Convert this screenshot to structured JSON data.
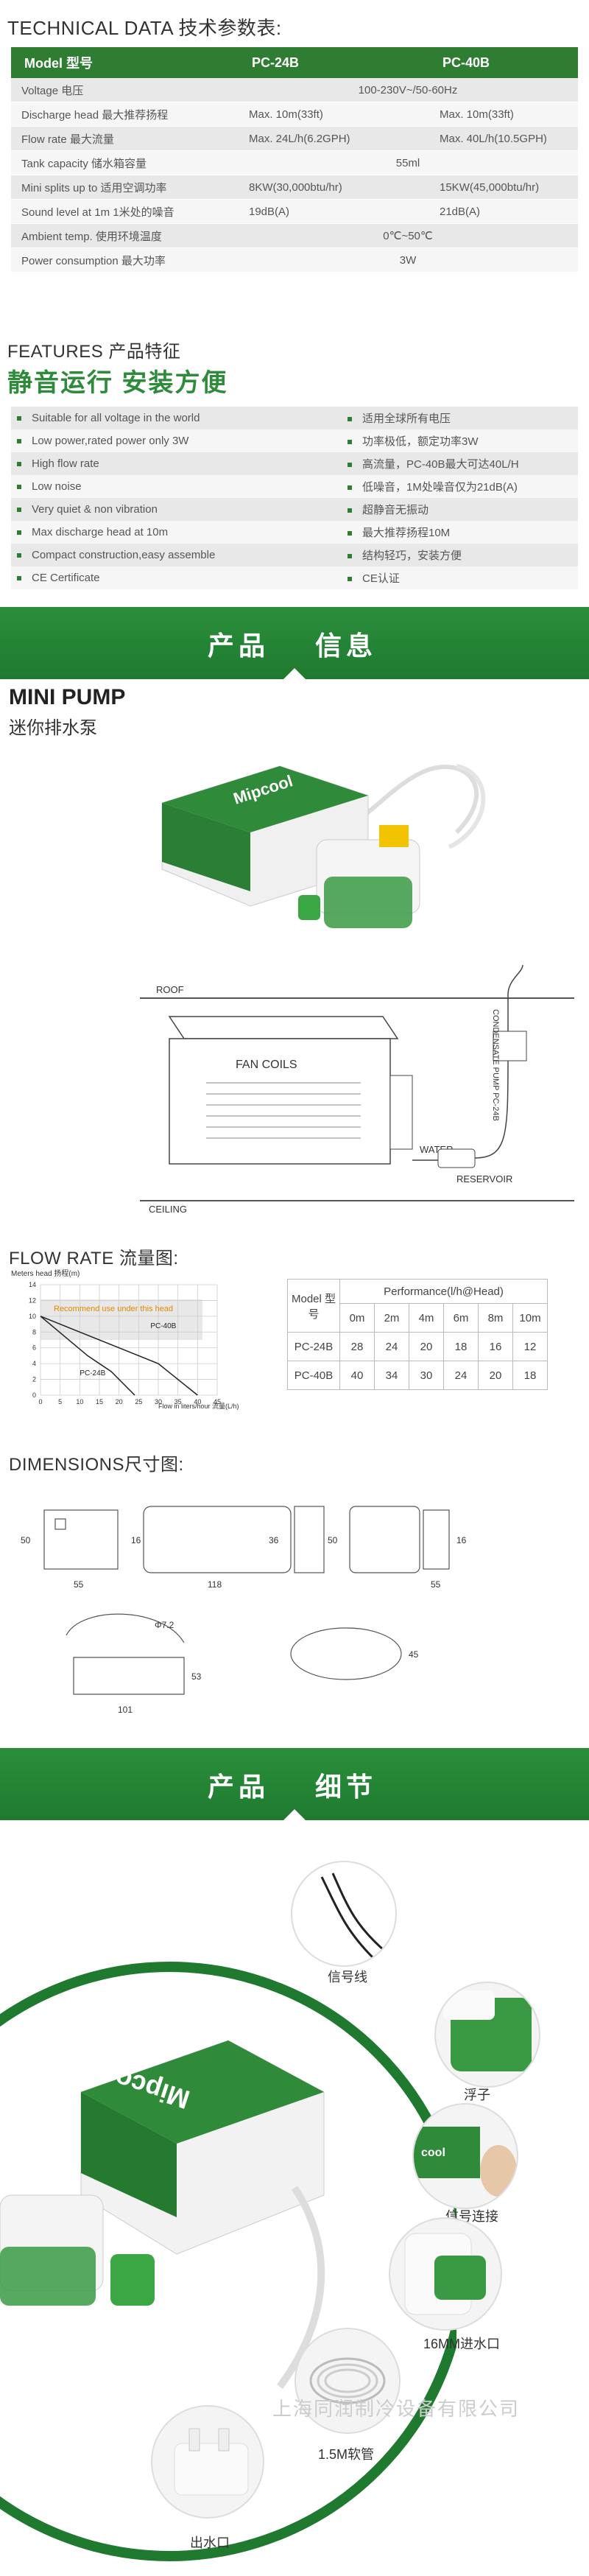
{
  "tech": {
    "title": "TECHNICAL DATA 技术参数表:",
    "headers": [
      "Model 型号",
      "PC-24B",
      "PC-40B"
    ],
    "rows": [
      {
        "label": "Voltage 电压",
        "merged": "100-230V~/50-60Hz"
      },
      {
        "label": "Discharge head 最大推荐扬程",
        "a": "Max. 10m(33ft)",
        "b": "Max. 10m(33ft)"
      },
      {
        "label": "Flow rate 最大流量",
        "a": "Max. 24L/h(6.2GPH)",
        "b": "Max. 40L/h(10.5GPH)"
      },
      {
        "label": "Tank capacity 储水箱容量",
        "merged": "55ml"
      },
      {
        "label": "Mini splits up to 适用空调功率",
        "a": "8KW(30,000btu/hr)",
        "b": "15KW(45,000btu/hr)"
      },
      {
        "label": "Sound level at 1m 1米处的噪音",
        "a": "19dB(A)",
        "b": "21dB(A)"
      },
      {
        "label": "Ambient temp. 使用环境温度",
        "merged": "0℃~50℃"
      },
      {
        "label": "Power consumption 最大功率",
        "merged": "3W"
      }
    ]
  },
  "features": {
    "title": "FEATURES 产品特征",
    "slogan": "静音运行 安装方便",
    "rows": [
      {
        "en": "Suitable for all voltage in the world",
        "cn": "适用全球所有电压"
      },
      {
        "en": "Low power,rated power only 3W",
        "cn": "功率极低，额定功率3W"
      },
      {
        "en": "High flow rate",
        "cn": "高流量，PC-40B最大可达40L/H"
      },
      {
        "en": "Low noise",
        "cn": "低噪音，1M处噪音仅为21dB(A)"
      },
      {
        "en": "Very quiet & non vibration",
        "cn": "超静音无振动"
      },
      {
        "en": "Max discharge head at 10m",
        "cn": "最大推荐扬程10M"
      },
      {
        "en": "Compact construction,easy assemble",
        "cn": "结构轻巧，安装方便"
      },
      {
        "en": "CE Certificate",
        "cn": "CE认证"
      }
    ]
  },
  "banner1": {
    "left": "产品",
    "right": "信息"
  },
  "product": {
    "title": "MINI PUMP",
    "subtitle": "迷你排水泵",
    "brand": "Mipcool",
    "diagram": {
      "roof": "ROOF",
      "fan_coils": "FAN COILS",
      "water": "WATER",
      "reservoir": "RESERVOIR",
      "ceiling": "CEILING",
      "pump_label": "CONDENSATE PUMP PC-24B"
    }
  },
  "flow": {
    "title": "FLOW RATE 流量图:",
    "chart": {
      "ylabel": "Meters head 扬程(m)",
      "xlabel": "Flow in liters/hour 流量(L/h)",
      "y_ticks": [
        "0",
        "2",
        "4",
        "6",
        "8",
        "10",
        "12",
        "14"
      ],
      "x_ticks": [
        "0",
        "5",
        "10",
        "15",
        "20",
        "25",
        "30",
        "35",
        "40",
        "45"
      ],
      "note": "Recommend use under this head",
      "series": [
        {
          "name": "PC-40B",
          "x": [
            0,
            10,
            20,
            30,
            40
          ],
          "y": [
            10,
            8,
            6,
            4,
            0
          ]
        },
        {
          "name": "PC-24B",
          "x": [
            0,
            12,
            18,
            24
          ],
          "y": [
            10,
            5,
            3,
            0
          ]
        }
      ]
    },
    "perf": {
      "model_header": "Model 型号",
      "perf_header": "Performance(l/h@Head)",
      "heads": [
        "0m",
        "2m",
        "4m",
        "6m",
        "8m",
        "10m"
      ],
      "rows": [
        {
          "model": "PC-24B",
          "values": [
            "28",
            "24",
            "20",
            "18",
            "16",
            "12"
          ]
        },
        {
          "model": "PC-40B",
          "values": [
            "40",
            "34",
            "30",
            "24",
            "20",
            "18"
          ]
        }
      ]
    }
  },
  "dimensions": {
    "title": "DIMENSIONS尺寸图:",
    "values": [
      "50",
      "55",
      "16",
      "118",
      "36",
      "50",
      "16",
      "55",
      "Φ7.2",
      "53",
      "101",
      "45"
    ]
  },
  "banner2": {
    "left": "产品",
    "right": "细节"
  },
  "details": {
    "brand": "Mipcool",
    "brand_short": "cool",
    "items": [
      "信号线",
      "浮子",
      "信号连接",
      "16MM进水口",
      "1.5M软管",
      "出水口"
    ],
    "watermark": "上海同润制冷设备有限公司"
  },
  "colors": {
    "accent": "#2e7d32",
    "banner": "#2a8f3b"
  }
}
